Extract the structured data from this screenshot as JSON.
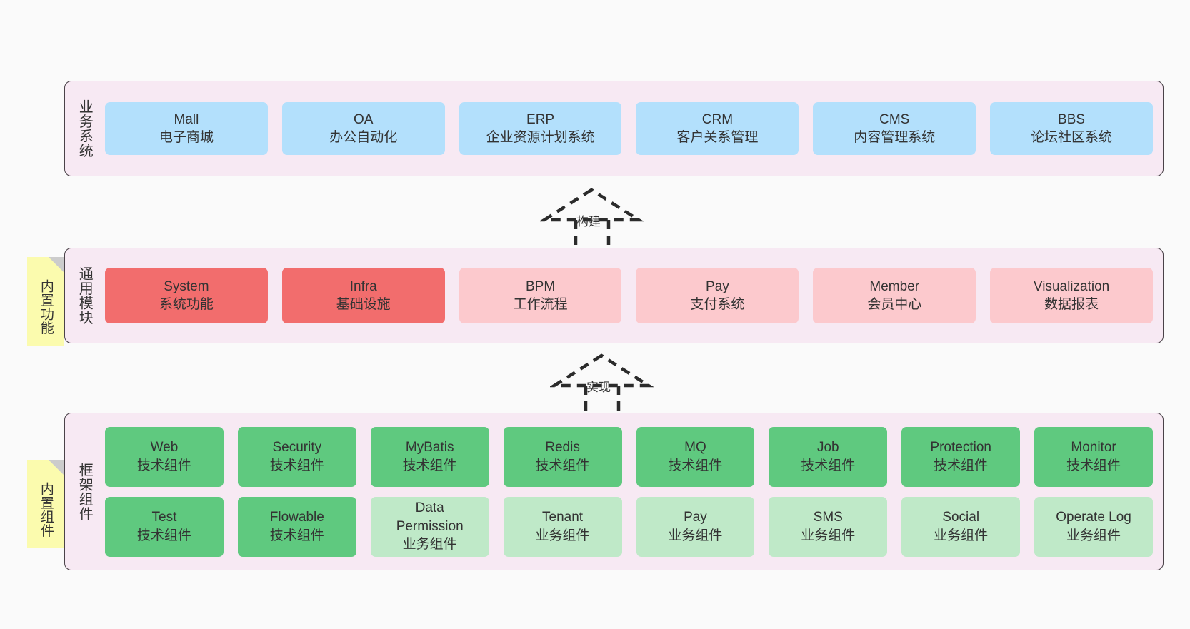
{
  "diagram": {
    "title": "",
    "background": "#fafafa",
    "colors": {
      "layer_bg": "#f7e9f3",
      "layer_border": "#4a4248",
      "business_node": "#b3e0fc",
      "module_core": "#f26d6d",
      "module_extra": "#fcc9cd",
      "tech_component": "#5fc97f",
      "biz_component": "#bfe9c8",
      "note_bg": "#fbfbae",
      "note_fold": "#cccccc"
    }
  },
  "layers": [
    {
      "key": "business",
      "title": "业务系统",
      "nodes": [
        {
          "en": "Mall",
          "cn": "电子商城"
        },
        {
          "en": "OA",
          "cn": "办公自动化"
        },
        {
          "en": "ERP",
          "cn": "企业资源计划系统"
        },
        {
          "en": "CRM",
          "cn": "客户关系管理"
        },
        {
          "en": "CMS",
          "cn": "内容管理系统"
        },
        {
          "en": "BBS",
          "cn": "论坛社区系统"
        }
      ]
    },
    {
      "key": "modules",
      "title": "通用模块",
      "note": "内置功能",
      "nodes": [
        {
          "en": "System",
          "cn": "系统功能",
          "style": "red"
        },
        {
          "en": "Infra",
          "cn": "基础设施",
          "style": "red"
        },
        {
          "en": "BPM",
          "cn": "工作流程",
          "style": "pink"
        },
        {
          "en": "Pay",
          "cn": "支付系统",
          "style": "pink"
        },
        {
          "en": "Member",
          "cn": "会员中心",
          "style": "pink"
        },
        {
          "en": "Visualization",
          "cn": "数据报表",
          "style": "pink"
        }
      ]
    },
    {
      "key": "framework",
      "title": "框架组件",
      "note": "内置组件",
      "row1": [
        {
          "en": "Web",
          "cn": "技术组件"
        },
        {
          "en": "Security",
          "cn": "技术组件"
        },
        {
          "en": "MyBatis",
          "cn": "技术组件"
        },
        {
          "en": "Redis",
          "cn": "技术组件"
        },
        {
          "en": "MQ",
          "cn": "技术组件"
        },
        {
          "en": "Job",
          "cn": "技术组件"
        },
        {
          "en": "Protection",
          "cn": "技术组件"
        },
        {
          "en": "Monitor",
          "cn": "技术组件"
        }
      ],
      "row2": [
        {
          "en": "Test",
          "cn": "技术组件",
          "style": "green"
        },
        {
          "en": "Flowable",
          "cn": "技术组件",
          "style": "green"
        },
        {
          "en": "Data Permission",
          "cn": "业务组件",
          "style": "lgreen"
        },
        {
          "en": "Tenant",
          "cn": "业务组件",
          "style": "lgreen"
        },
        {
          "en": "Pay",
          "cn": "业务组件",
          "style": "lgreen"
        },
        {
          "en": "SMS",
          "cn": "业务组件",
          "style": "lgreen"
        },
        {
          "en": "Social",
          "cn": "业务组件",
          "style": "lgreen"
        },
        {
          "en": "Operate Log",
          "cn": "业务组件",
          "style": "lgreen"
        }
      ]
    }
  ],
  "connectors": [
    {
      "key": "build",
      "label": "构建",
      "from": "modules",
      "to": "business",
      "style": "dashed-hollow-arrow"
    },
    {
      "key": "implement",
      "label": "实现",
      "from": "framework",
      "to": "modules",
      "style": "dashed-hollow-arrow"
    }
  ]
}
